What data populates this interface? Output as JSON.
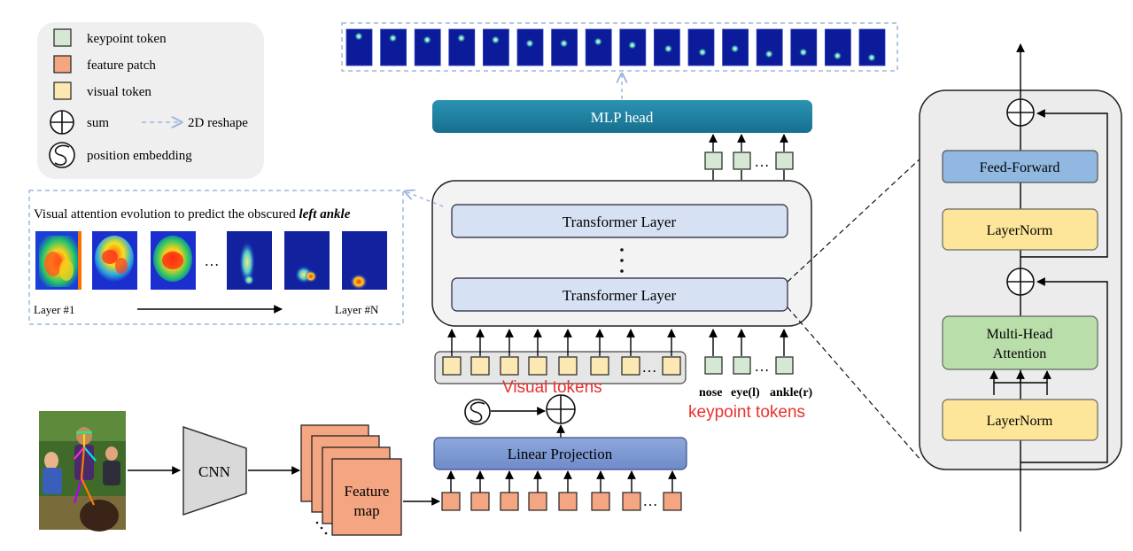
{
  "legend": {
    "keypoint_token": "keypoint token",
    "feature_patch": "feature patch",
    "visual_token": "visual token",
    "sum": "sum",
    "reshape": "2D reshape",
    "position_embedding": "position embedding"
  },
  "mlp_head": "MLP head",
  "transformer": {
    "layer_top": "Transformer Layer",
    "layer_bottom": "Transformer Layer"
  },
  "attention": {
    "caption_prefix": "Visual attention evolution to predict the obscured ",
    "caption_emphasis": "left ankle",
    "first_layer": "Layer #1",
    "last_layer": "Layer #N"
  },
  "ellipsis": "…",
  "visual_tokens_label": "Visual tokens",
  "keypoint_names": {
    "first": "nose",
    "second": "eye(l)",
    "last": "ankle(r)"
  },
  "keypoint_tokens_label": "keypoint tokens",
  "linear_projection": "Linear Projection",
  "cnn": "CNN",
  "feature_map": {
    "line1": "Feature",
    "line2": "map"
  },
  "detail": {
    "feed_forward": "Feed-Forward",
    "layernorm_top": "LayerNorm",
    "mha_line1": "Multi-Head",
    "mha_line2": "Attention",
    "layernorm_bottom": "LayerNorm"
  },
  "colors": {
    "keypoint_token": "#d5e8d4",
    "feature_patch": "#f4a582",
    "visual_token": "#fce8b2",
    "mlp_head": "#1b7fa0",
    "linear_projection": "#7b97d1",
    "transformer_layer": "#d6e1f3",
    "feed_forward": "#90b8e0",
    "layernorm": "#fde699",
    "multi_head_attention": "#b9deaa",
    "accent_red": "#e8312e",
    "dashed": "#9db6df"
  },
  "heatmap_dot_count": 16,
  "attention_map_count": 6
}
